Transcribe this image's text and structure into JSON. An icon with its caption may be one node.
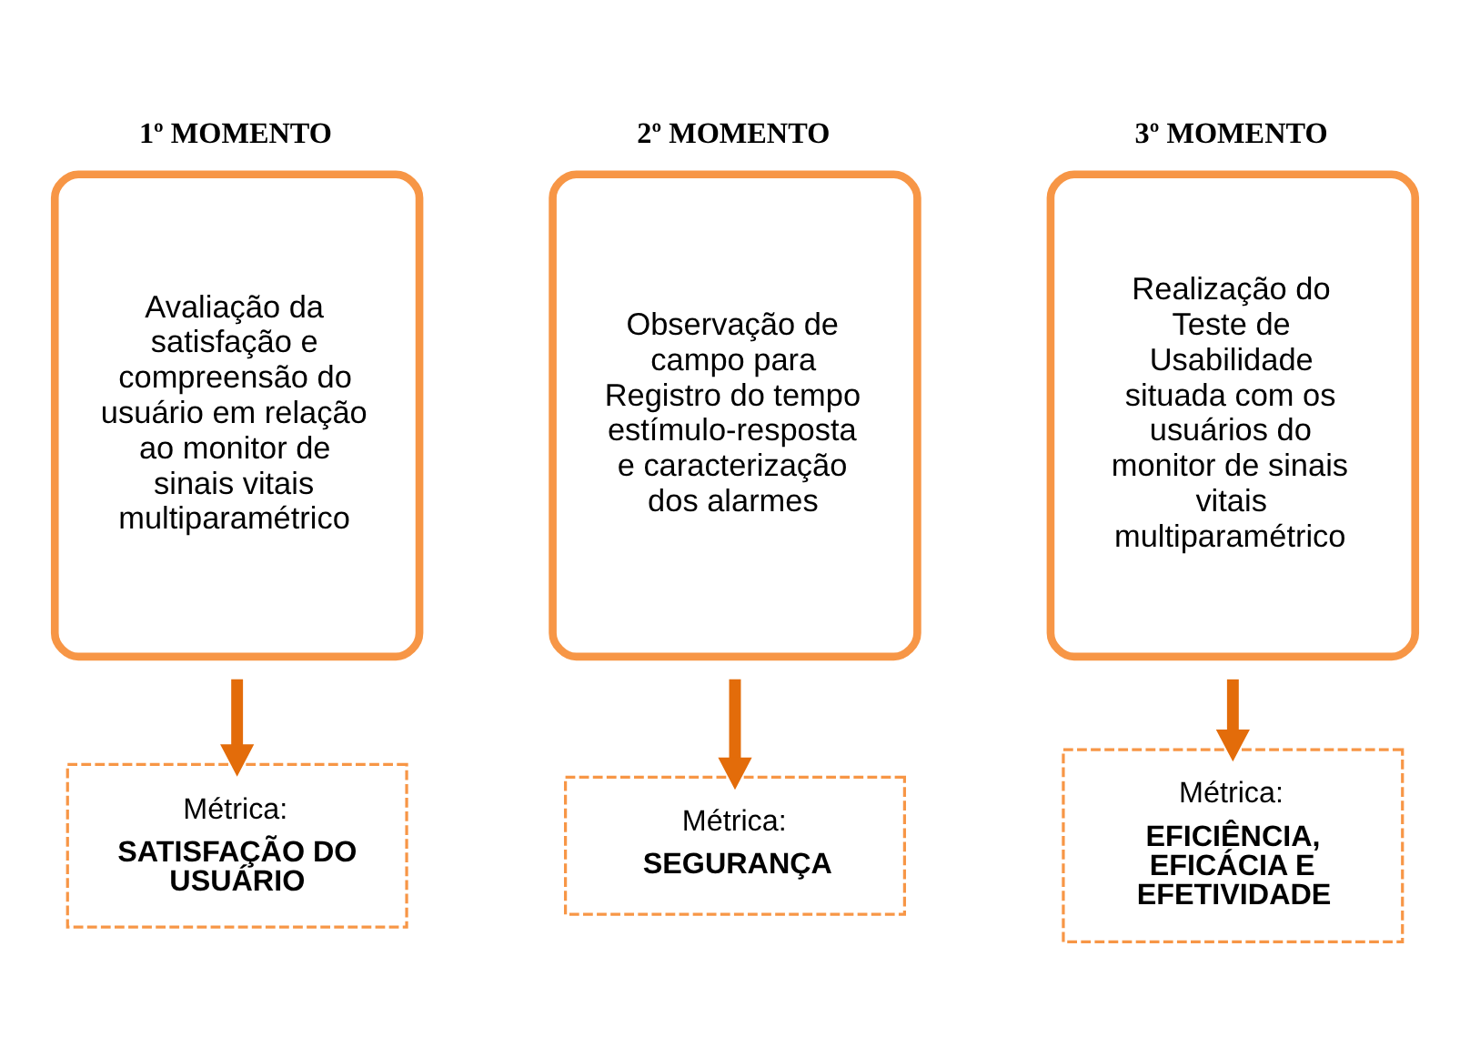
{
  "diagram": {
    "nodes": [
      {
        "text": [
          "1º MOMENTO",
          "Avaliação da satisfação e compreensão do usuário em relação ao monitor de sinais vitais multiparamétrico"
        ]
      },
      {
        "text": [
          "2º MOMENTO",
          "Observação de campo para Registro do tempo estímulo-resposta e caracterização dos alarmes"
        ]
      },
      {
        "text": [
          "3º MOMENTO",
          "Realização do Teste de Usabilidade situada com os usuários do monitor de sinais vitais multiparamétrico"
        ]
      },
      {
        "text": [
          "Métrica:",
          "SATISFAÇÃO DO USUÁRIO"
        ]
      },
      {
        "text": [
          "Métrica:",
          "SEGURANÇA"
        ]
      },
      {
        "text": [
          "Métrica:",
          "EFICIÊNCIA, EFICÁCIA E EFETIVIDADE"
        ]
      }
    ],
    "edges": [
      {
        "from": 0,
        "to": 3,
        "arrow": "to"
      },
      {
        "from": 1,
        "to": 4,
        "arrow": "to"
      },
      {
        "from": 2,
        "to": 5,
        "arrow": "to"
      }
    ]
  }
}
